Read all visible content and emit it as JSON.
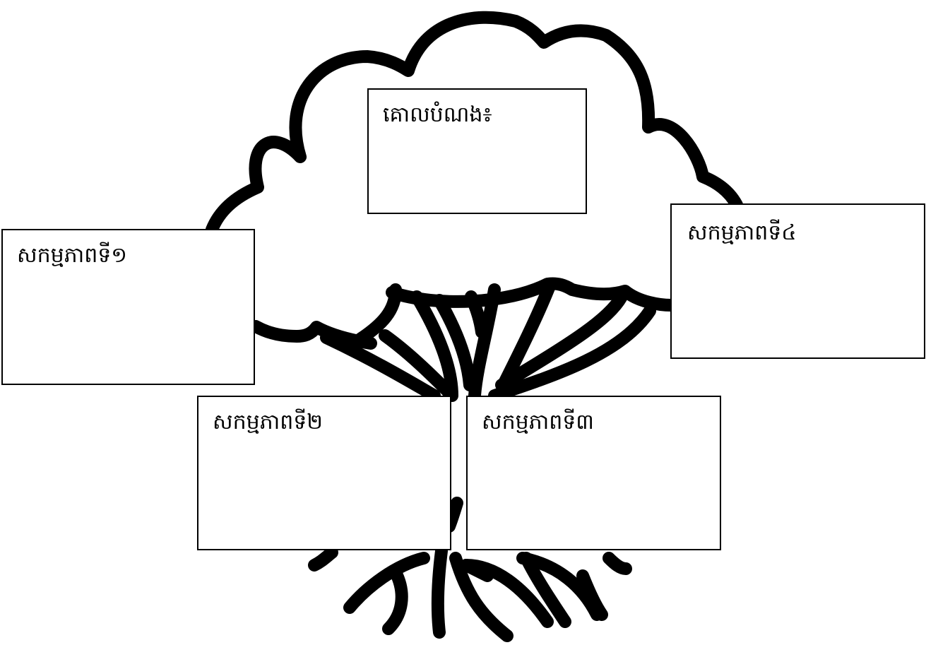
{
  "diagram": {
    "goal_box": {
      "label": "គោលបំណង៖"
    },
    "activity_boxes": [
      {
        "label": "សកម្មភាពទី១"
      },
      {
        "label": "សកម្មភាពទី២"
      },
      {
        "label": "សកម្មភាពទី៣"
      },
      {
        "label": "សកម្មភាពទី៤"
      }
    ],
    "colors": {
      "stroke": "#000000",
      "fill": "#ffffff"
    }
  }
}
